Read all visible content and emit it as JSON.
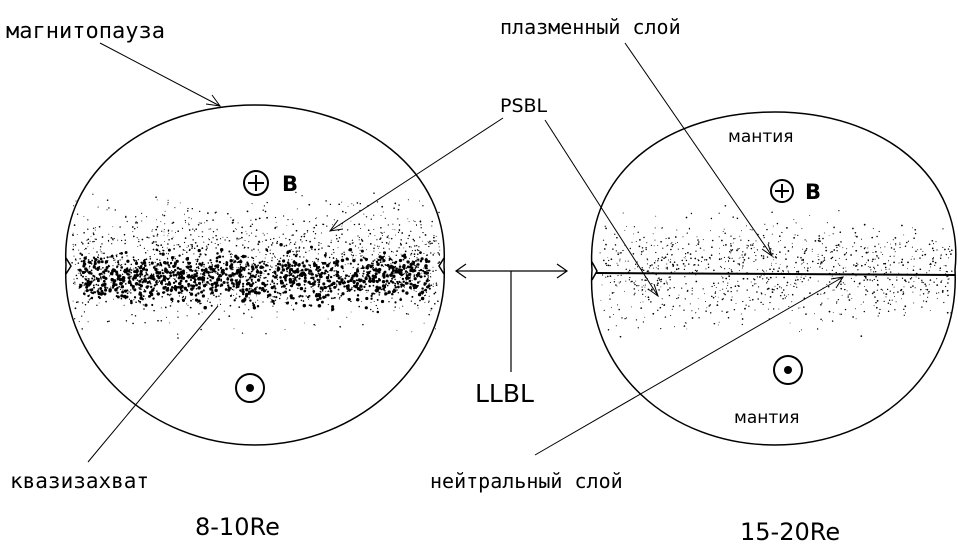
{
  "labels": {
    "magnetopause": "магнитопауза",
    "plasma_sheet": "плазменный слой",
    "psbl": "PSBL",
    "mantle_top": "мантия",
    "mantle_bottom": "мантия",
    "b_left": "B",
    "b_right": "B",
    "llbl": "LLBL",
    "quasi_trapping": "квазизахват",
    "neutral_sheet": "нейтральный слой",
    "dist_left": "8-10Re",
    "dist_right": "15-20Re"
  },
  "colors": {
    "ink": "#000000",
    "background": "#ffffff"
  },
  "symbols": {
    "into_page": "circle-plus-icon",
    "out_of_page": "circle-dot-icon"
  }
}
